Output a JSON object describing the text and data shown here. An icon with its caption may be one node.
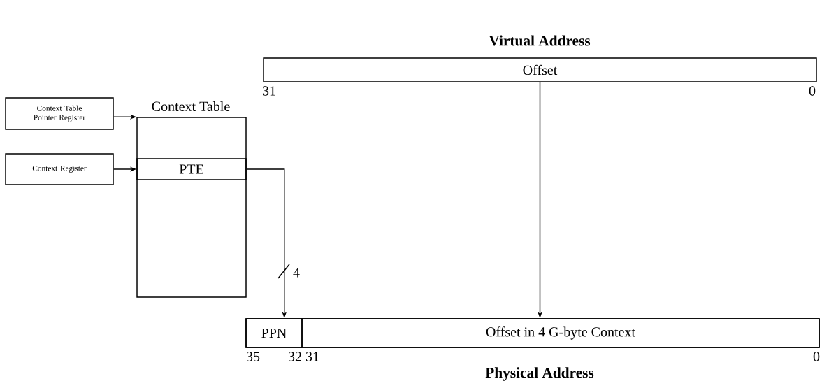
{
  "diagram": {
    "nodes": [
      {
        "text": [
          "Virtual Address",
          "Offset"
        ],
        "beside": [
          "31",
          "0"
        ]
      },
      {
        "text": [
          "Context Table Pointer Register"
        ]
      },
      {
        "text": [
          "Context Register"
        ]
      },
      {
        "text": [
          "Context Table"
        ]
      },
      {
        "text": [
          "PTE"
        ],
        "in": 3
      },
      {
        "text": [
          "Physical Address"
        ]
      },
      {
        "text": [
          "PPN"
        ],
        "in": 5,
        "beside": [
          "35",
          "32"
        ]
      },
      {
        "text": [
          "Offset in 4 G-byte Context"
        ],
        "in": 5,
        "beside": [
          "31",
          "0"
        ]
      }
    ],
    "edges": [
      {
        "from": 1,
        "to": 3,
        "arrow": "to"
      },
      {
        "from": 2,
        "to": 4,
        "arrow": "to"
      },
      {
        "from": 4,
        "to": 6,
        "arrow": "to",
        "label": "4"
      },
      {
        "from": 0,
        "to": 7,
        "arrow": "to"
      }
    ]
  }
}
